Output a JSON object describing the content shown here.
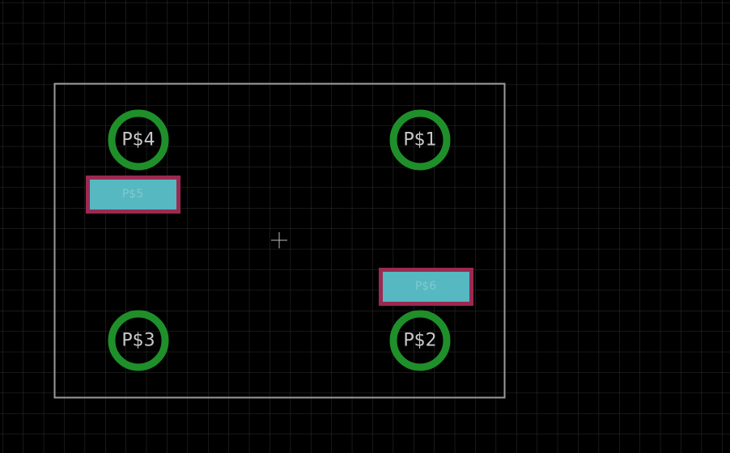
{
  "editor": {
    "background_color": "#000000",
    "grid_color": "#2f2f2f",
    "outline_color": "#9a9a9a",
    "origin_marker_color": "#bdbdbd"
  },
  "pads": [
    {
      "id": "ps4",
      "label": "P$4",
      "ring_color": "#1f8f2a",
      "label_color": "#c8c8c8"
    },
    {
      "id": "ps1",
      "label": "P$1",
      "ring_color": "#1f8f2a",
      "label_color": "#c8c8c8"
    },
    {
      "id": "ps3",
      "label": "P$3",
      "ring_color": "#1f8f2a",
      "label_color": "#c8c8c8"
    },
    {
      "id": "ps2",
      "label": "P$2",
      "ring_color": "#1f8f2a",
      "label_color": "#c8c8c8"
    }
  ],
  "smd_pads": [
    {
      "id": "ps5",
      "label": "P$5",
      "fill_color": "#56b8c0",
      "border_color": "#9b2a52"
    },
    {
      "id": "ps6",
      "label": "P$6",
      "fill_color": "#56b8c0",
      "border_color": "#9b2a52"
    }
  ]
}
